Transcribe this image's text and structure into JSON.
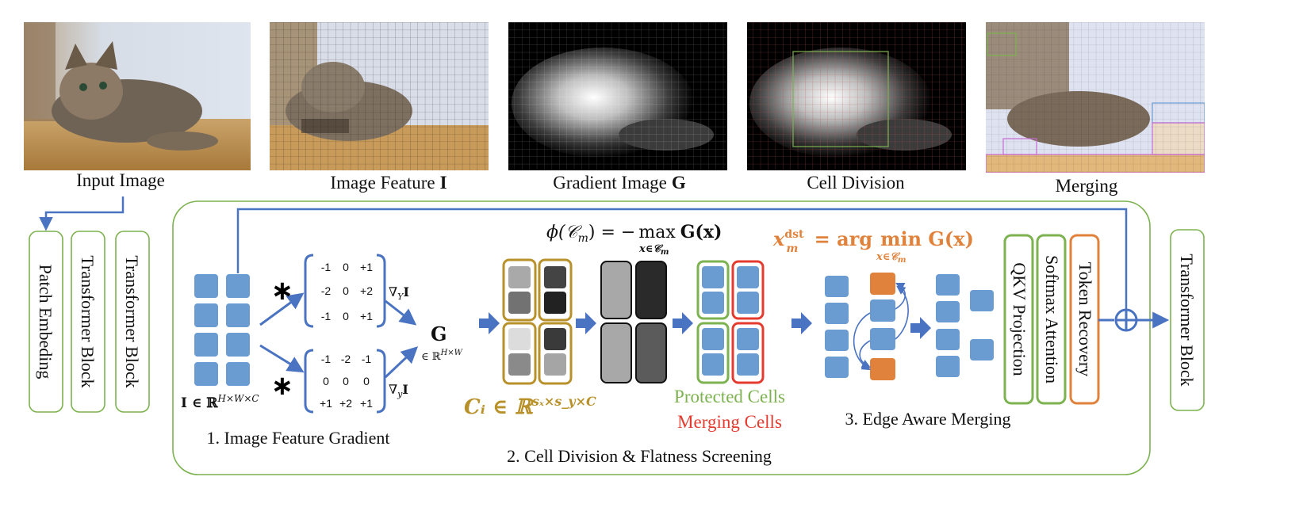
{
  "thumbnails": {
    "input_caption": "Input Image",
    "feature_caption": "Image Feature",
    "feature_symbol": "I",
    "gradient_caption": "Gradient Image",
    "gradient_symbol": "G",
    "cell_caption": "Cell Division",
    "merging_caption": "Merging"
  },
  "left_column": {
    "patch_embedding": "Patch Embeding",
    "transformer_block_1": "Transformer Block",
    "transformer_block_2": "Transformer Block"
  },
  "right_column": {
    "transformer_block": "Transformer Block"
  },
  "stage1": {
    "title": "1. Image Feature Gradient",
    "feature_math": "I ∈ ℝ",
    "feature_dims": "H×W×C",
    "conv_symbol": "∗",
    "kernel_y": [
      [
        "-1",
        "0",
        "+1"
      ],
      [
        "-2",
        "0",
        "+2"
      ],
      [
        "-1",
        "0",
        "+1"
      ]
    ],
    "kernel_x": [
      [
        "-1",
        "-2",
        "-1"
      ],
      [
        "0",
        "0",
        "0"
      ],
      [
        "+1",
        "+2",
        "+1"
      ]
    ],
    "grad_Y": "∇",
    "grad_Y_sub": "Y",
    "grad_Y_I": "I",
    "grad_y": "∇",
    "grad_y_sub": "y",
    "grad_y_I": "I",
    "G_symbol": "G",
    "G_domain": "∈ ℝ",
    "G_dims": "H×W"
  },
  "stage2": {
    "title": "2. Cell Division & Flatness Screening",
    "phi_formula": "ϕ(𝒞",
    "phi_m": "m",
    "phi_rest": ") = −",
    "max_word": "max",
    "max_sub": "x∈𝒞",
    "max_sub_m": "m",
    "phi_G": "G(x)",
    "ci_math": "Cᵢ ∈ ℝ",
    "ci_dims": "sₓ×s_y×C",
    "protected_label": "Protected Cells",
    "merging_label": "Merging Cells"
  },
  "stage3": {
    "title": "3. Edge Aware Merging",
    "xdst_x": "x",
    "xdst_sup": "dst",
    "xdst_sub": "m",
    "xdst_rest": " = arg",
    "min_word": "min",
    "min_sub": "x∈𝒞",
    "min_sub_m": "m",
    "min_G": " G(x)",
    "qkv": "QKV Projection",
    "softmax": "Softmax Attention",
    "token_recovery": "Token Recovery",
    "plus_symbol": "⊕"
  },
  "colors": {
    "green": "#7cb24f",
    "blue_line": "#4a73c2",
    "token_blue": "#6a9bd1",
    "orange": "#e0823b",
    "gold": "#b8912a",
    "red": "#e53b2f",
    "protected_text": "#7cb24f",
    "merging_text": "#e53b2f",
    "ci_text": "#b8912a",
    "xdst_text": "#e0823b"
  }
}
